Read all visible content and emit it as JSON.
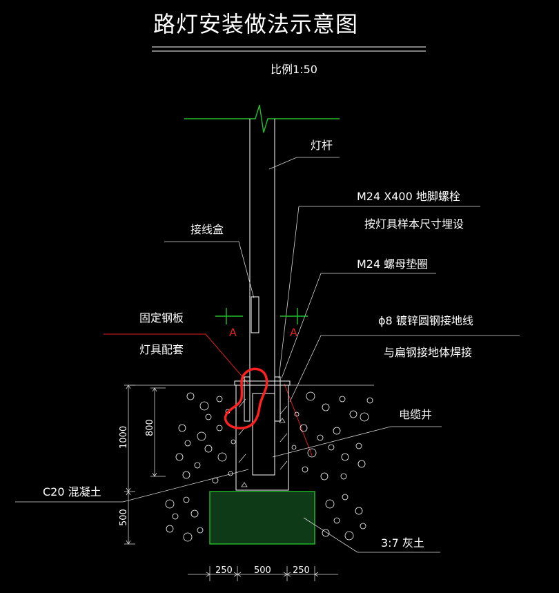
{
  "title": "路灯安装做法示意图",
  "scale": "比例1:50",
  "labels": {
    "pole": "灯杆",
    "bolt_line1": "M24 X400 地脚螺栓",
    "bolt_line2": "按灯具样本尺寸埋设",
    "nut": "M24 螺母垫圈",
    "junction_box": "接线盒",
    "plate_line1": "固定钢板",
    "plate_line2": "灯具配套",
    "ground_line1": "ϕ8 镀锌圆钢接地线",
    "ground_line2": "与扁钢接地体焊接",
    "cable_well": "电缆井",
    "concrete": "C20 混凝土",
    "lime_soil": "3:7 灰土",
    "section_left": "A",
    "section_right": "A"
  },
  "dimensions": {
    "d1000": "1000",
    "d800": "800",
    "d500": "500",
    "b250_left": "250",
    "b500": "500",
    "b250_right": "250"
  },
  "colors": {
    "background": "#000000",
    "lines": "#ffffff",
    "break_line": "#22c02a",
    "section_marker": "#e02020",
    "highlight": "#ff2020",
    "lime_soil_fill": "#0f3a18"
  }
}
